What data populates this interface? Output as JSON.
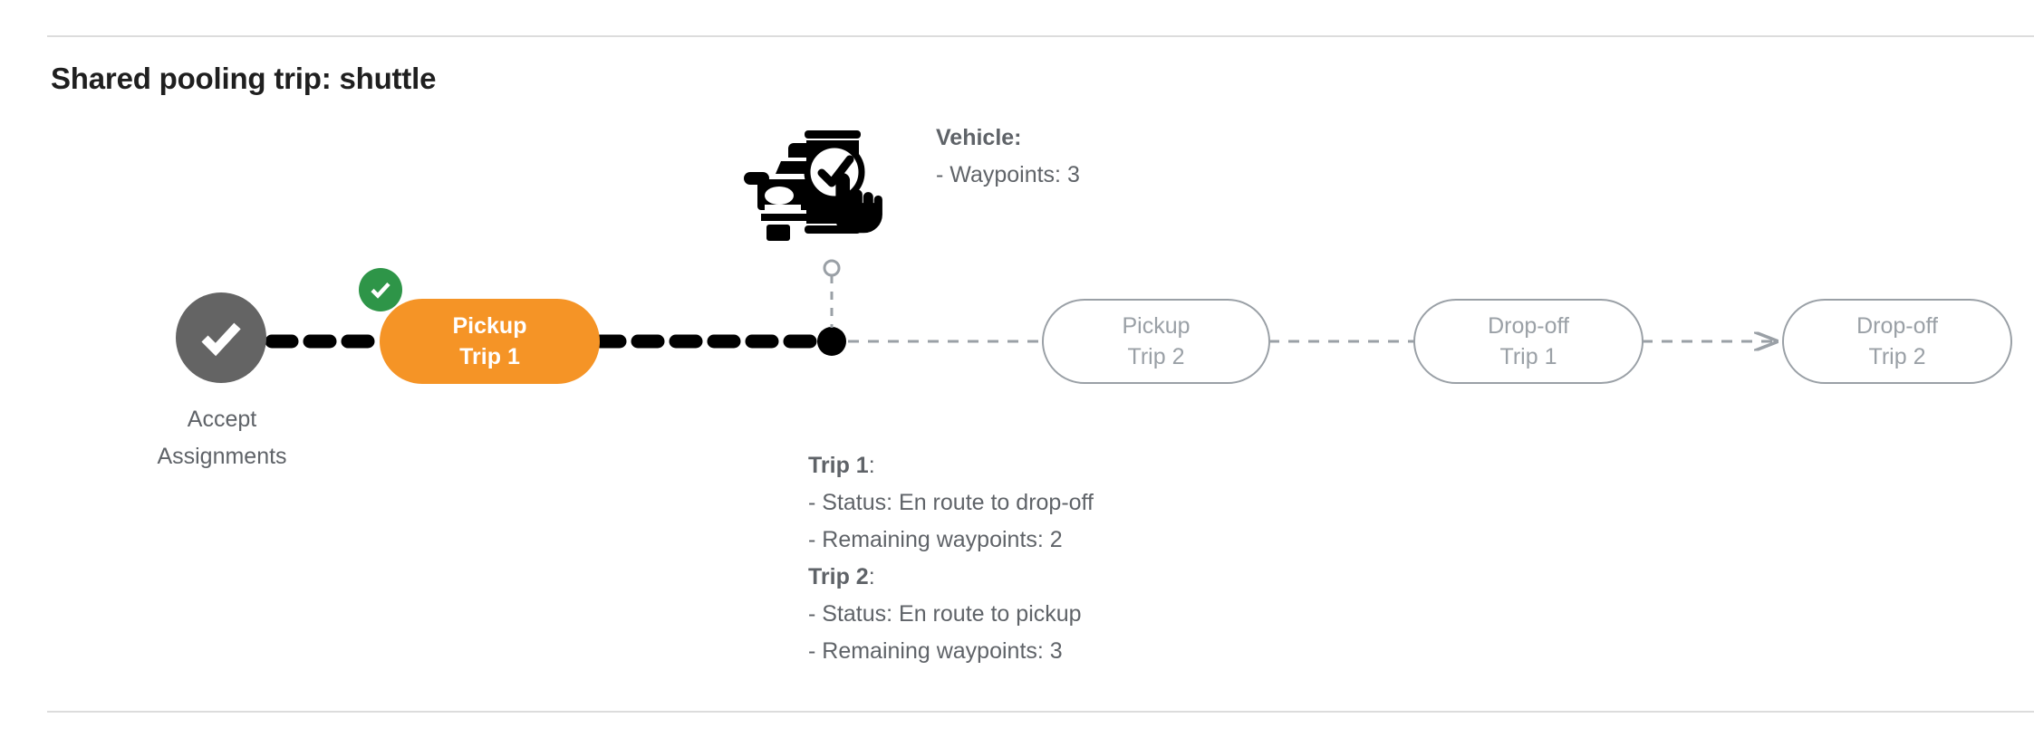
{
  "page": {
    "title": "Shared pooling trip: shuttle",
    "divider_color": "#dcdcdc",
    "background": "#ffffff"
  },
  "colors": {
    "active_pill": "#F59426",
    "inactive_pill_border": "#9aa0a6",
    "inactive_pill_text": "#9aa0a6",
    "start_node": "#646464",
    "badge_green": "#2E9548",
    "text_gray": "#5f6368",
    "title_black": "#1f1f1f"
  },
  "flow": {
    "start_node": {
      "icon": "check-icon",
      "label_line1": "Accept",
      "label_line2": "Assignments"
    },
    "nodes": [
      {
        "id": "pickup-trip-1",
        "line1": "Pickup",
        "line2": "Trip 1",
        "state": "completed",
        "badge": "check-icon"
      },
      {
        "id": "pickup-trip-2",
        "line1": "Pickup",
        "line2": "Trip 2",
        "state": "upcoming"
      },
      {
        "id": "dropoff-trip-1",
        "line1": "Drop-off",
        "line2": "Trip 1",
        "state": "upcoming"
      },
      {
        "id": "dropoff-trip-2",
        "line1": "Drop-off",
        "line2": "Trip 2",
        "state": "upcoming"
      }
    ],
    "vehicle_marker": {
      "icon": "vehicle-phone-check-icon",
      "position_dot": "current-position-dot"
    }
  },
  "vehicle_info": {
    "heading": "Vehicle",
    "heading_suffix": ":",
    "lines": [
      "- Waypoints: 3"
    ]
  },
  "trip_info": {
    "trip1": {
      "heading": "Trip 1",
      "heading_suffix": ":",
      "status_line": "- Status:  En route to drop-off",
      "waypoints_line": "- Remaining waypoints: 2"
    },
    "trip2": {
      "heading": "Trip 2",
      "heading_suffix": ":",
      "status_line": "- Status:  En route to pickup",
      "waypoints_line": "- Remaining waypoints: 3"
    }
  }
}
